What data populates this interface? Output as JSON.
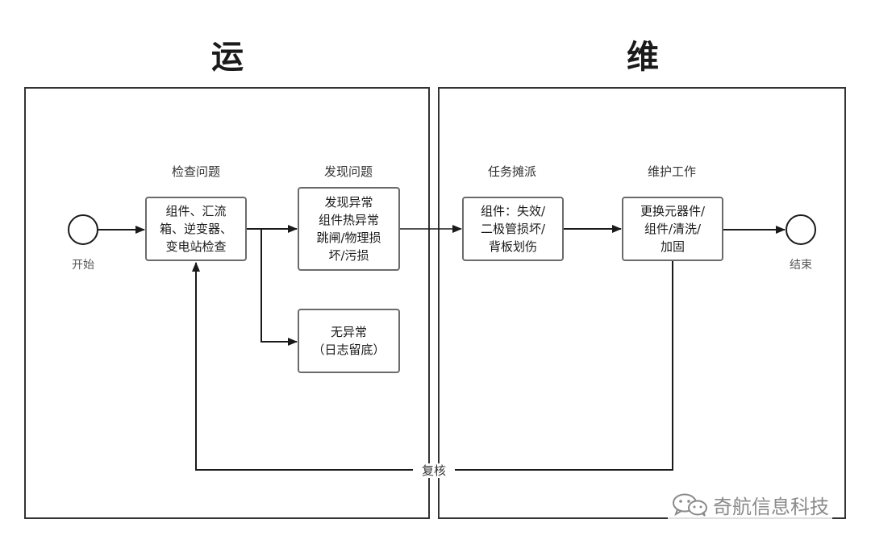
{
  "titles": {
    "operation": "运",
    "maintenance": "维"
  },
  "stages": {
    "check": "检查问题",
    "found": "发现问题",
    "assign": "任务摊派",
    "maintain": "维护工作"
  },
  "nodes": {
    "start": "开始",
    "end": "结束",
    "check": "组件、汇流\n箱、逆变器、\n变电站检查",
    "found": "发现异常\n组件热异常\n跳闸/物理损\n坏/污损",
    "none": "无异常\n（日志留底）",
    "assign": "组件：失效/\n二极管损坏/\n背板划伤",
    "maintain": "更换元器件/\n组件/清洗/\n加固"
  },
  "edges": {
    "review": "复核"
  },
  "watermark": {
    "text": "奇航信息科技",
    "icon": "wechat-icon"
  }
}
